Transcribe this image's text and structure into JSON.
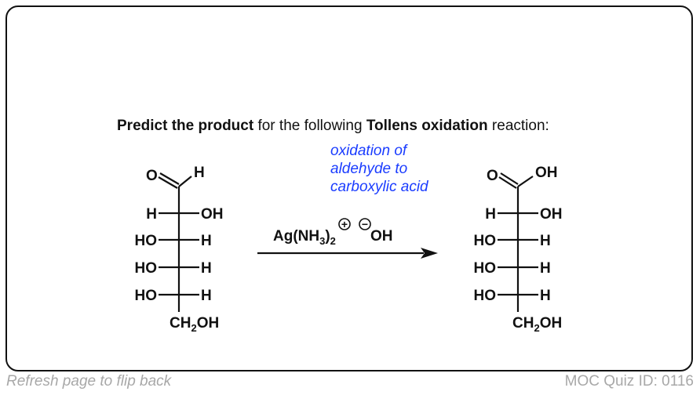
{
  "question": {
    "part1": "Predict the product",
    "part2": " for the following ",
    "part3": "Tollens oxidation",
    "part4": " reaction:"
  },
  "annotation": [
    "oxidation of",
    "aldehyde to",
    "carboxylic acid"
  ],
  "reagent": {
    "ag": "Ag(NH",
    "sub3": "3",
    ")": ")",
    "sub2": "2",
    "plus": "+",
    "minus": "−",
    "oh": "OH"
  },
  "reactant": {
    "top_left": "O",
    "top_right": "H",
    "rows": [
      [
        "H",
        "OH"
      ],
      [
        "HO",
        "H"
      ],
      [
        "HO",
        "H"
      ],
      [
        "HO",
        "H"
      ]
    ],
    "bottom": {
      "ch": "CH",
      "sub": "2",
      "oh": "OH"
    }
  },
  "product": {
    "top_left": "O",
    "top_right": "OH",
    "rows": [
      [
        "H",
        "OH"
      ],
      [
        "HO",
        "H"
      ],
      [
        "HO",
        "H"
      ],
      [
        "HO",
        "H"
      ]
    ],
    "bottom": {
      "ch": "CH",
      "sub": "2",
      "oh": "OH"
    }
  },
  "footer": {
    "left": "Refresh page to flip back",
    "right": "MOC Quiz ID: 0116"
  }
}
